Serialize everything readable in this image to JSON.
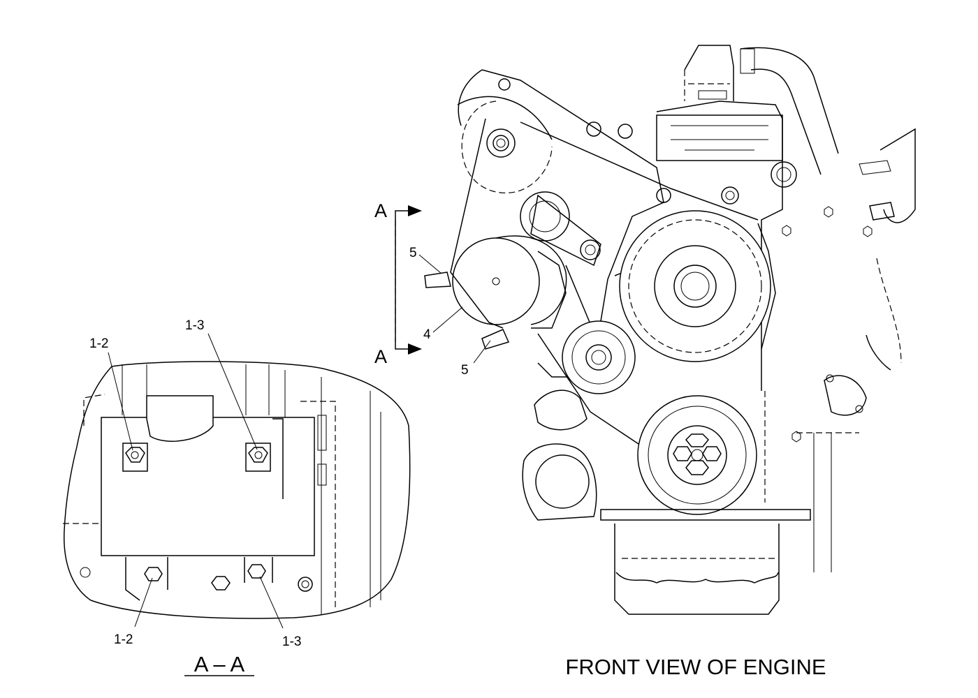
{
  "section_view": {
    "title": "A – A",
    "callouts": {
      "top_left": "1-2",
      "top_right": "1-3",
      "bottom_left": "1-2",
      "bottom_right": "1-3"
    }
  },
  "front_view": {
    "title": "FRONT VIEW OF ENGINE",
    "section_marker": {
      "top": "A",
      "bottom": "A"
    },
    "callouts": {
      "bracket_upper": "5",
      "alternator": "4",
      "bracket_lower": "5"
    }
  }
}
